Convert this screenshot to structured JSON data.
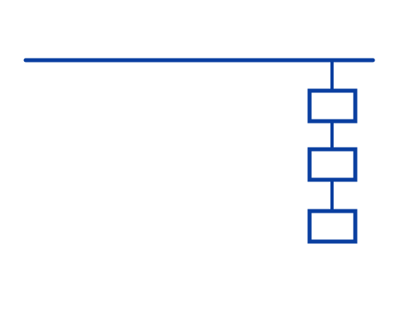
{
  "diagram": {
    "type": "hierarchy",
    "orientation": "vertical-chain",
    "colors": {
      "stroke": "#0a3fa0",
      "background": "#ffffff",
      "box_fill": "#ffffff"
    },
    "nodes": [
      {
        "id": "node-1",
        "label": ""
      },
      {
        "id": "node-2",
        "label": ""
      },
      {
        "id": "node-3",
        "label": ""
      }
    ]
  }
}
